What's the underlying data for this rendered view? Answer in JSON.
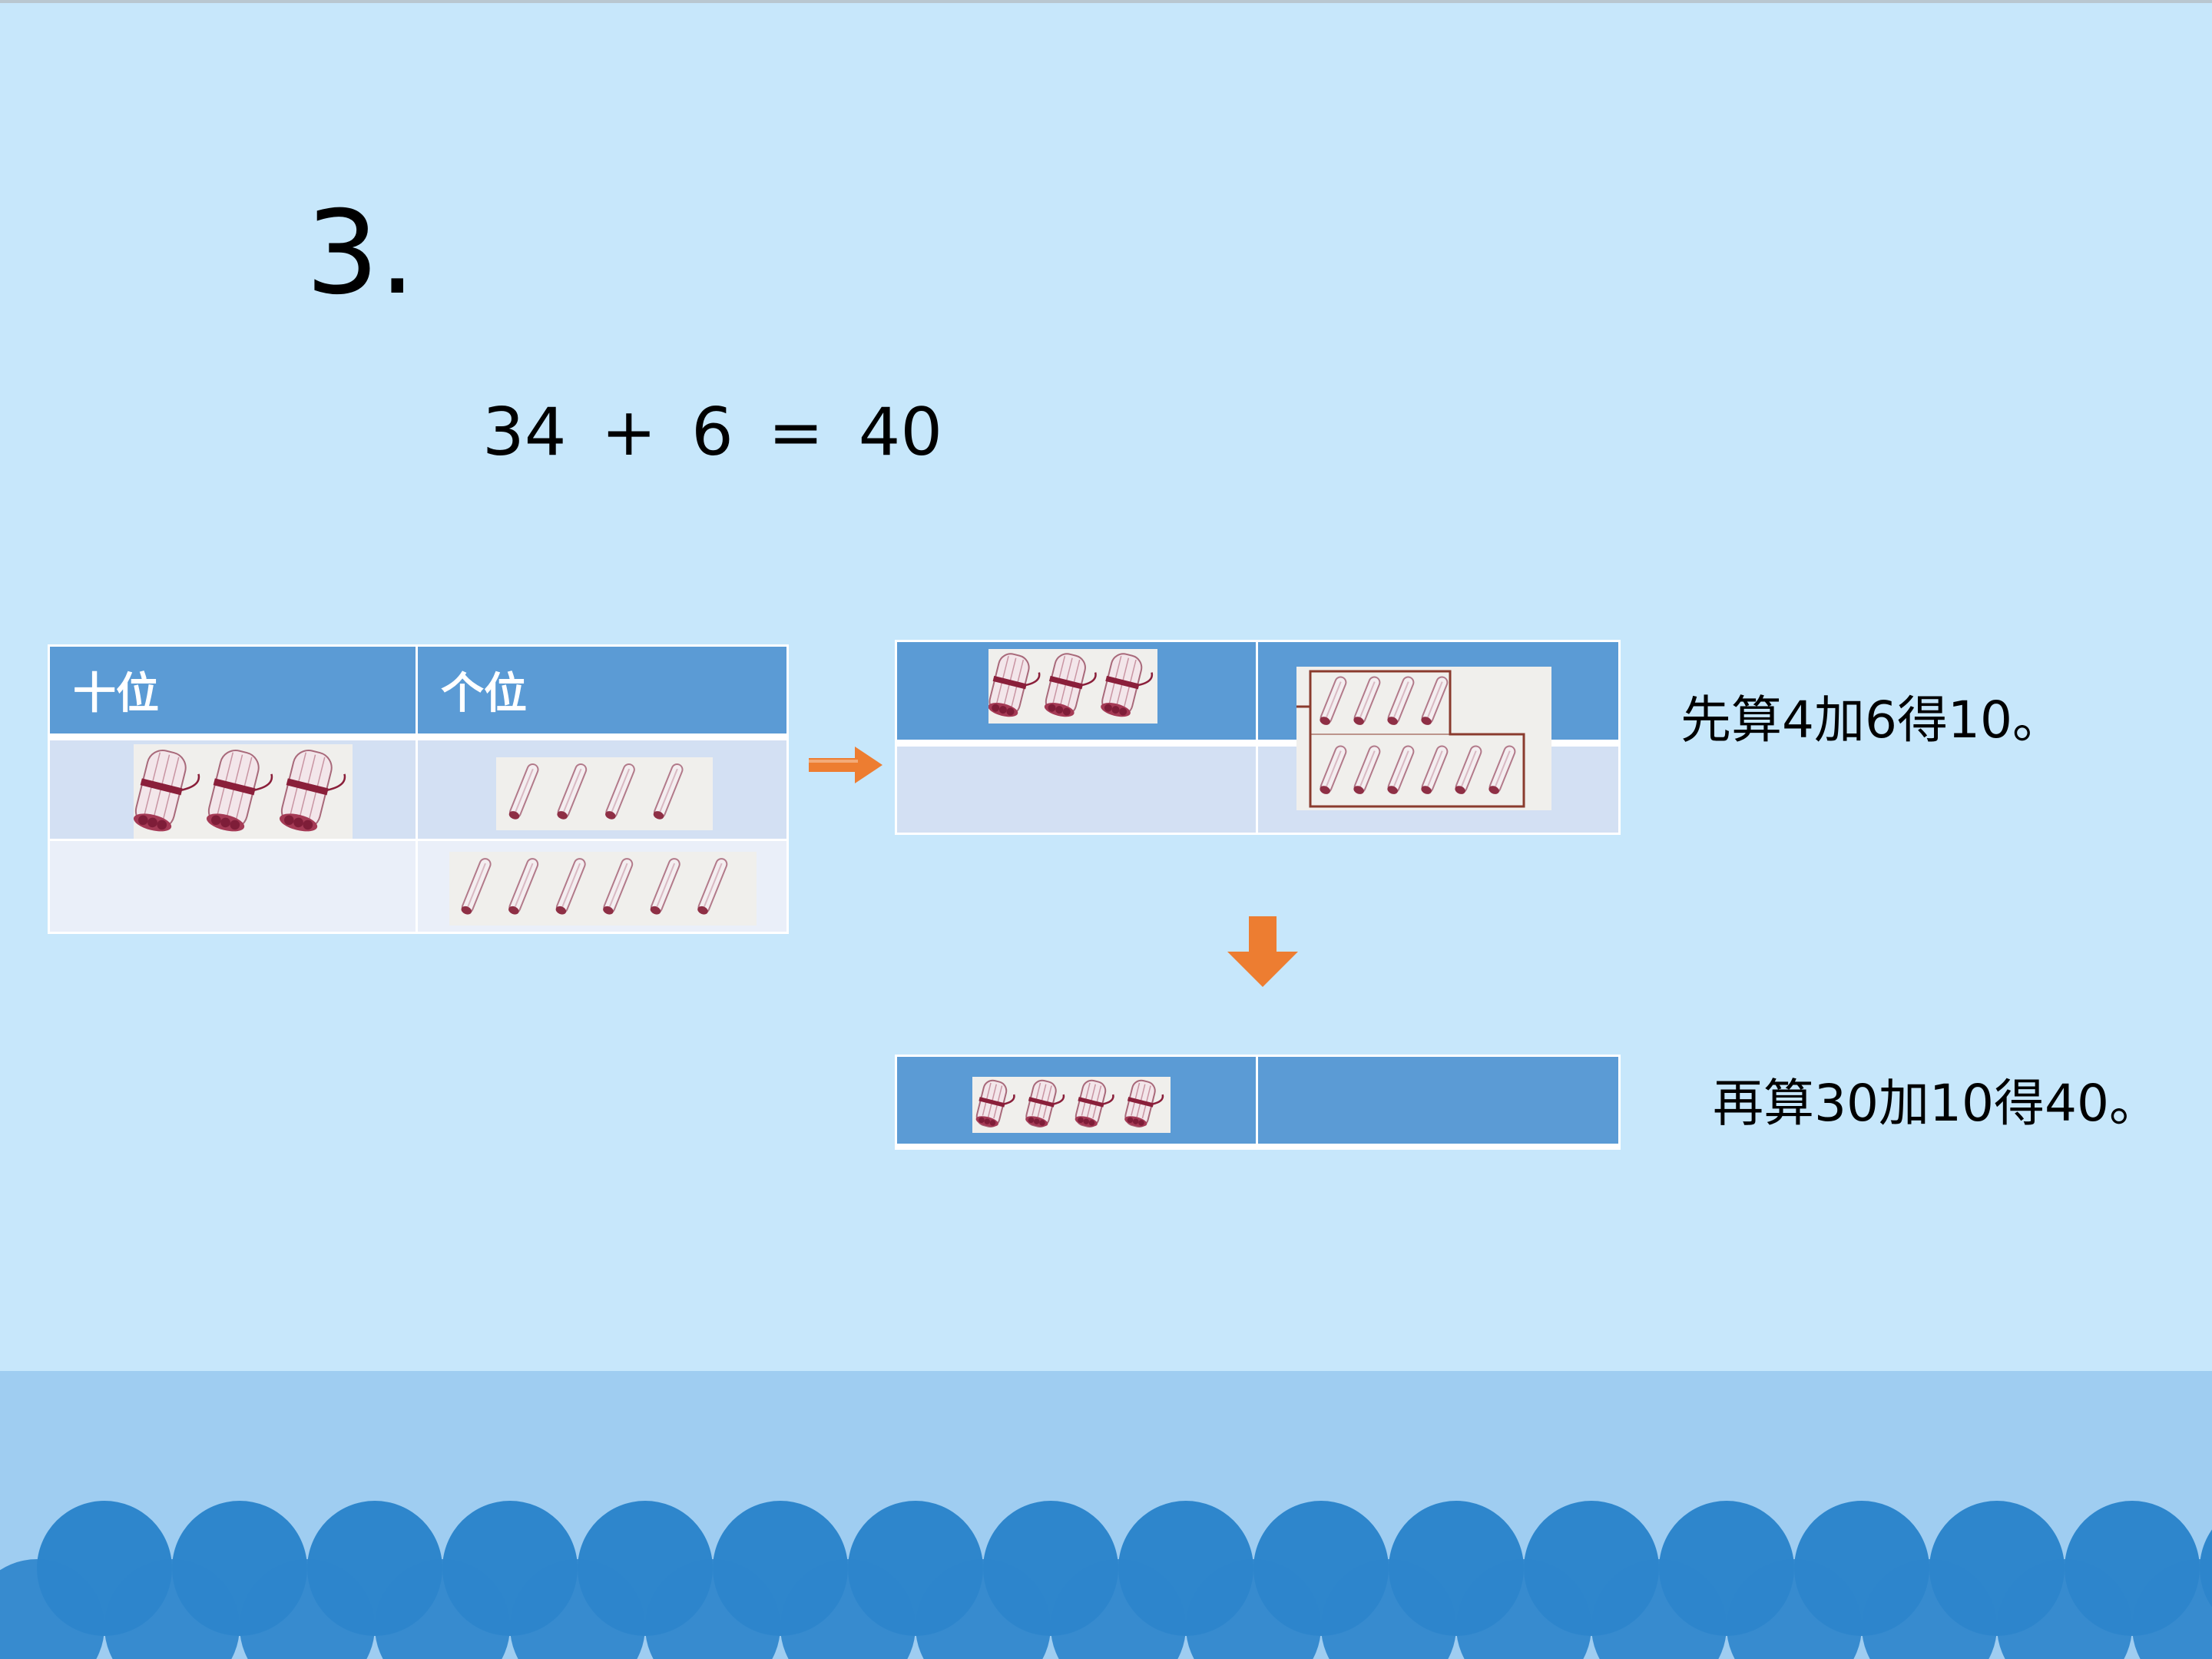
{
  "slide": {
    "problem_number": "3.",
    "equation": "34 + 6 = 40",
    "place_value_table": {
      "headers": [
        "十位",
        "个位"
      ],
      "rows": [
        {
          "tens_bundles": 3,
          "ones_sticks": 4
        },
        {
          "tens_bundles": 0,
          "ones_sticks": 6
        }
      ]
    },
    "step_one": {
      "tens_bundles": 3,
      "ones_grouped_sticks": [
        4,
        6
      ],
      "note": "先算4加6得10。"
    },
    "step_two": {
      "tens_bundles": 4,
      "ones_sticks": 0,
      "note": "再算30加10得40。"
    },
    "colors": {
      "background": "#c7e7fb",
      "table_header": "#5b9bd5",
      "row_light": "#d3e0f3",
      "row_lighter": "#eaeff9",
      "arrow": "#ed7d31",
      "wave": "#2e86cc",
      "bottom_band": "#9fcdf1"
    },
    "icons": [
      "stick-bundle-icon",
      "stick-icon",
      "right-arrow-icon",
      "down-arrow-icon"
    ]
  }
}
